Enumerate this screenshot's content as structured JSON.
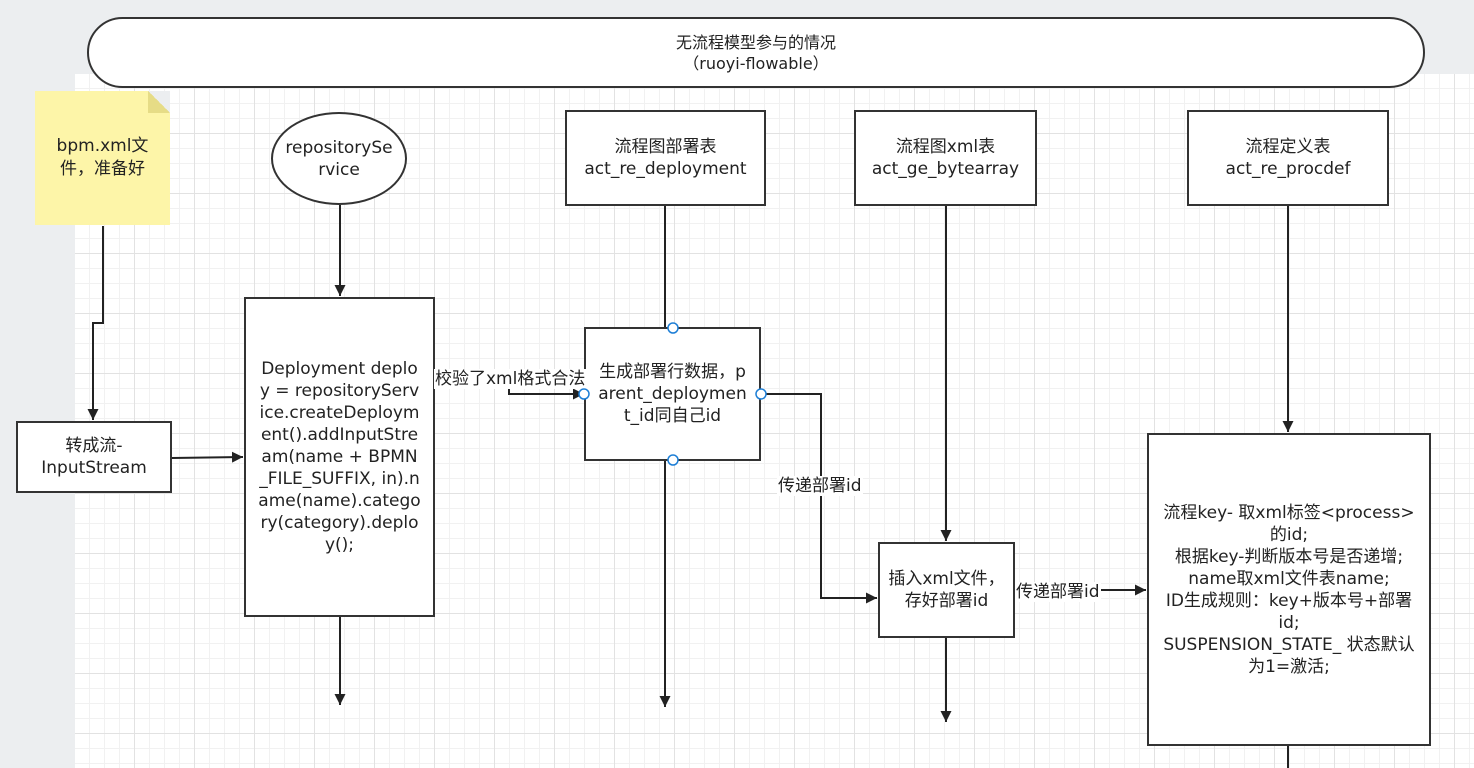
{
  "diagram": {
    "title": "无流程模型参与的情况\n（ruoyi-flowable）",
    "nodes": {
      "note": "bpm.xml文\n件，准备好",
      "repo_service": "repositorySe\nrvice",
      "deployment_table": "流程图部署表\nact_re_deployment",
      "bytearray_table": "流程图xml表\nact_ge_bytearray",
      "procdef_table": "流程定义表\nact_re_procdef",
      "input_stream": "转成流-\nInputStream",
      "deploy_code": "Deployment deploy = repositoryService.createDeployment().addInputStream(name + BPMN_FILE_SUFFIX, in).name(name).category(category).deploy();",
      "gen_deploy": "生成部署行数据，parent_deployment_id同自己id",
      "insert_xml": "插入xml文件，\n存好部署id",
      "procdef_rules": "流程key- 取xml标签<process>的id;\n根据key-判断版本号是否递增;\nname取xml文件表name;\nID生成规则：key+版本号+部署id;\nSUSPENSION_STATE_ 状态默认为1=激活;"
    },
    "edge_labels": {
      "validate": "校验了xml格式合法",
      "pass_id_1": "传递部署id",
      "pass_id_2": "传递部署id"
    }
  }
}
